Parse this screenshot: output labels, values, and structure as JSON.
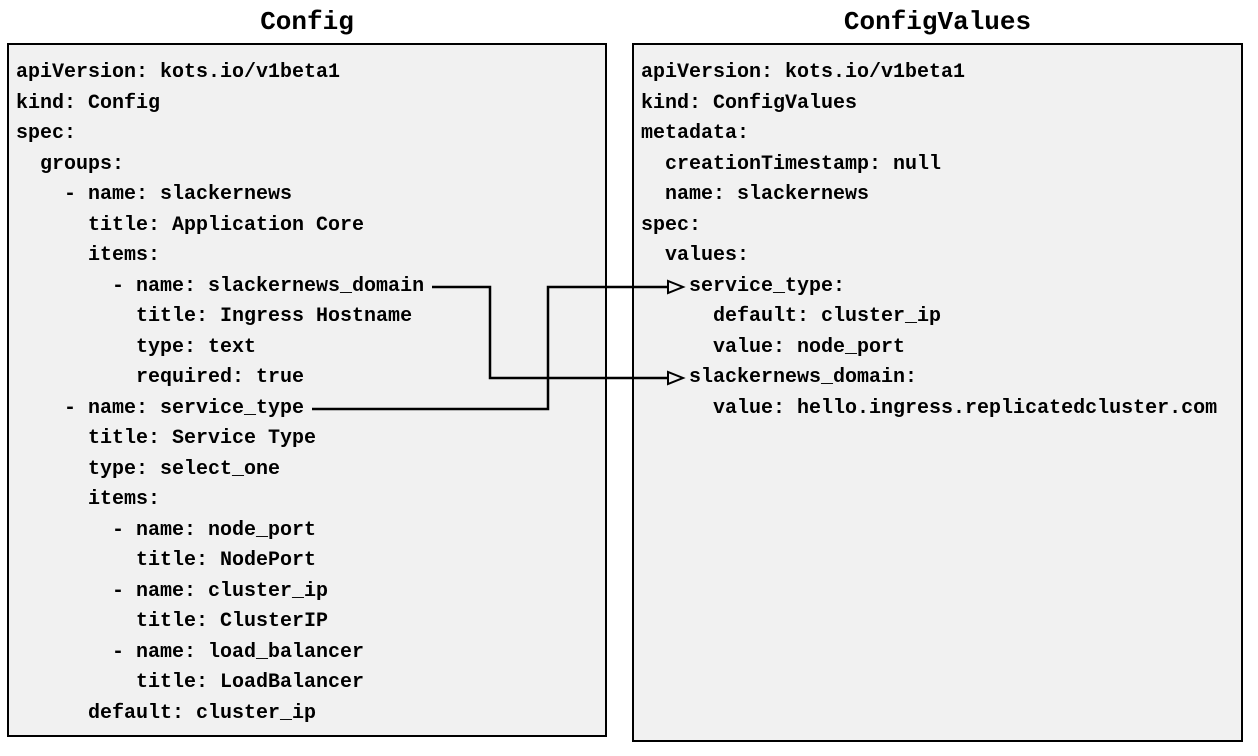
{
  "diagram": {
    "left_panel": {
      "title": "Config",
      "lines": [
        "apiVersion: kots.io/v1beta1",
        "kind: Config",
        "spec:",
        "  groups:",
        "    - name: slackernews",
        "      title: Application Core",
        "      items:",
        "        - name: slackernews_domain",
        "          title: Ingress Hostname",
        "          type: text",
        "          required: true",
        "    - name: service_type",
        "      title: Service Type",
        "      type: select_one",
        "      items:",
        "        - name: node_port",
        "          title: NodePort",
        "        - name: cluster_ip",
        "          title: ClusterIP",
        "        - name: load_balancer",
        "          title: LoadBalancer",
        "      default: cluster_ip"
      ]
    },
    "right_panel": {
      "title": "ConfigValues",
      "lines": [
        "apiVersion: kots.io/v1beta1",
        "kind: ConfigValues",
        "metadata:",
        "  creationTimestamp: null",
        "  name: slackernews",
        "spec:",
        "  values:",
        "    service_type:",
        "      default: cluster_ip",
        "      value: node_port",
        "    slackernews_domain:",
        "      value: hello.ingress.replicatedcluster.com"
      ]
    },
    "arrows": [
      {
        "from": "Config item slackernews_domain",
        "to": "ConfigValues value slackernews_domain"
      },
      {
        "from": "Config item service_type",
        "to": "ConfigValues value service_type"
      }
    ],
    "colors": {
      "panel_background": "#f1f1f1",
      "panel_border": "#000000",
      "text": "#000000",
      "arrow": "#000000",
      "page_background": "#ffffff"
    }
  }
}
